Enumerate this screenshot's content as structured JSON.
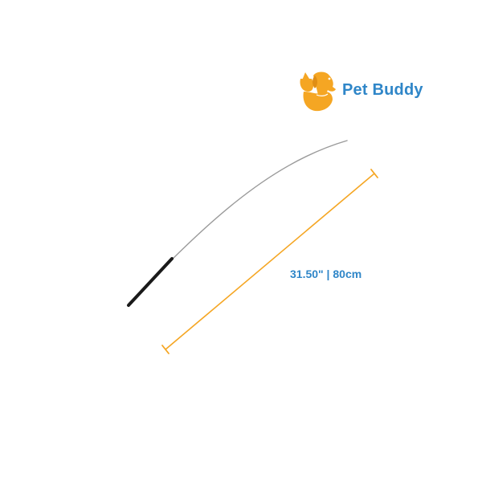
{
  "brand": {
    "name": "Pet Buddy",
    "logo_icon": "dog-cat-silhouette-icon",
    "logo_color": "#f5a623",
    "name_color": "#2f86c8"
  },
  "product": {
    "item": "wand-rod",
    "rod_color": "#9a9a9a",
    "handle_color": "#1a1a1a"
  },
  "measurement": {
    "label": "31.50\" | 80cm",
    "line_color": "#f5a623",
    "label_color": "#2f86c8"
  }
}
